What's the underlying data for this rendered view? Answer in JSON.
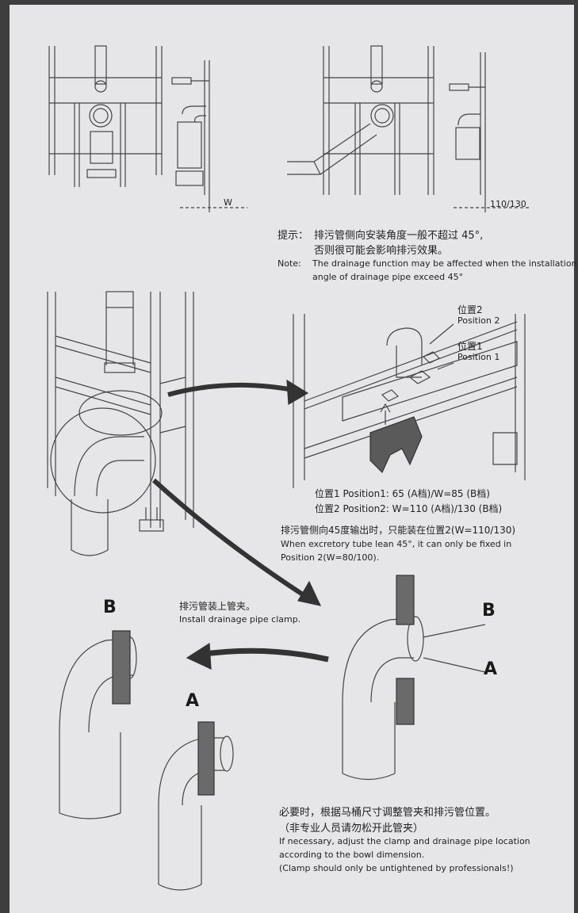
{
  "top_section": {
    "left_dim_label": "W",
    "right_dim_label": "110/130",
    "tip_cn_label": "提示：",
    "tip_cn_line1": "排污管侧向安装角度一般不超过 45°,",
    "tip_cn_line2": "否则很可能会影响排污效果。",
    "note_label": "Note:",
    "note_en_line1": "The drainage function may be affected when the installation",
    "note_en_line2": "angle of drainage pipe exceed 45°"
  },
  "middle_section": {
    "pos2_cn": "位置2",
    "pos2_en": "Position 2",
    "pos1_cn": "位置1",
    "pos1_en": "Position 1",
    "pos1_spec": "位置1 Position1: 65 (A档)/W=85 (B档)",
    "pos2_spec": "位置2 Position2: W=110 (A档)/130 (B档)",
    "lean_cn": "排污管侧向45度输出时，只能装在位置2(W=110/130)",
    "lean_en_line1": "When excretory tube lean 45°, it can only be fixed in",
    "lean_en_line2": "Position 2(W=80/100)."
  },
  "bottom_section": {
    "clamp_cn": "排污管装上管夹。",
    "clamp_en": "Install drainage pipe clamp.",
    "label_b_left": "B",
    "label_a_left": "A",
    "label_b_right": "B",
    "label_a_right": "A",
    "adjust_cn_line1": "必要时，根据马桶尺寸调整管夹和排污管位置。",
    "adjust_cn_line2": "（非专业人员请勿松开此管夹）",
    "adjust_en_line1": "If necessary, adjust the clamp and drainage pipe location",
    "adjust_en_line2": "according to the bowl dimension.",
    "adjust_en_line3": "(Clamp should only  be untightened by professionals!)"
  }
}
